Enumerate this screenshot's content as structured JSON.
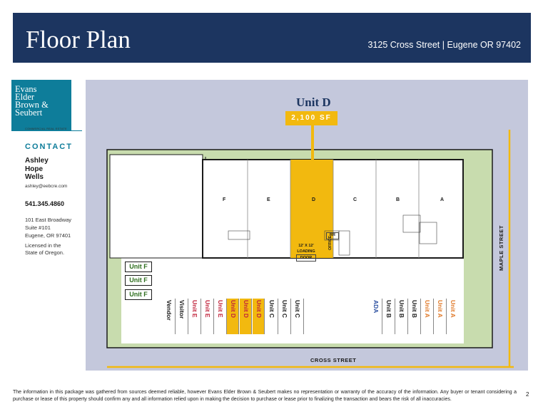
{
  "header": {
    "title": "Floor Plan",
    "address": "3125 Cross Street | Eugene OR 97402"
  },
  "logo": {
    "lines": [
      "Evans",
      "Elder",
      "Brown &",
      "Seubert"
    ],
    "subtitle": "COMMERCIAL REAL ESTATE"
  },
  "contact": {
    "heading": "CONTACT",
    "name_lines": [
      "Ashley",
      "Hope",
      "Wells"
    ],
    "email": "ashley@eebcre.com",
    "phone": "541.345.4860",
    "address_lines": [
      "101 East Broadway",
      "Suite #101",
      "Eugene, OR 97401"
    ],
    "license_lines": [
      "Licensed in the",
      "State of Oregon."
    ]
  },
  "plan": {
    "unit_title": "Unit D",
    "unit_size": "2,100 SF",
    "unit_letters": [
      "F",
      "E",
      "D",
      "C",
      "B",
      "A"
    ],
    "rr_label": "RR",
    "office_label": "OFFICE",
    "loading_lines": [
      "12' X 12'",
      "LOADING",
      "DOOR"
    ],
    "maple_street": "MAPLE STREET",
    "cross_street": "CROSS STREET",
    "unit_f_boxes": [
      "Unit F",
      "Unit F",
      "Unit F"
    ],
    "parking_left": [
      "Vendor",
      "Visitor",
      "Unit E",
      "Unit E",
      "Unit E",
      "Unit D",
      "Unit D",
      "Unit D",
      "Unit C",
      "Unit C",
      "Unit C"
    ],
    "parking_right": [
      "ADA",
      "Unit B",
      "Unit B",
      "Unit B",
      "Unit A",
      "Unit A",
      "Unit A"
    ],
    "colors": {
      "background": "#c4c8dc",
      "lot": "#c8dcae",
      "highlight": "#f2b90f",
      "unit_e": "#c0223a",
      "unit_d": "#c0223a",
      "unit_a": "#e07a2a",
      "ada": "#2b4fa0",
      "dark": "#1a1a1a"
    }
  },
  "footer": {
    "disclaimer": "The information in this package was gathered from sources deemed reliable, however Evans Elder Brown & Seubert makes no representation or warranty of the accuracy of the information. Any buyer or tenant considering a purchase or lease of this property should confirm any and all information relied upon in making the decision to purchase or lease prior to finalizing the transaction and bears the risk of all inaccuracies.",
    "page_number": "2"
  }
}
